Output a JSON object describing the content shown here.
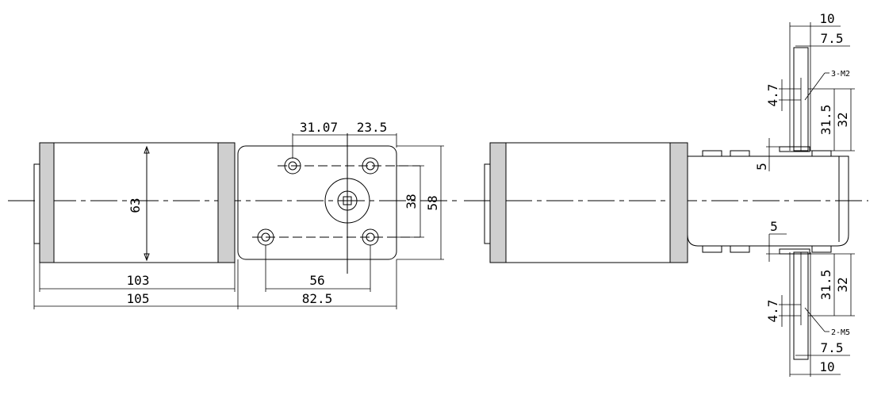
{
  "drawing": {
    "front_view": {
      "dims": {
        "diameter": "63",
        "motor_length": "103",
        "total_length": "105",
        "hole_pitch_x": "56",
        "gearbox_length": "82.5",
        "hole_offset_left": "31.07",
        "hole_offset_right": "23.5",
        "hole_pitch_y": "38",
        "gearbox_height": "58"
      }
    },
    "side_view": {
      "dims": {
        "top_outer": "10",
        "top_inner": "7.5",
        "top_label": "3-M2",
        "top_hole_depth": "4.7",
        "top_len_a": "31.5",
        "top_len_b": "32",
        "top_step": "5",
        "bottom_step": "5",
        "bottom_len_a": "31.5",
        "bottom_len_b": "32",
        "bottom_hole_depth": "4.7",
        "bottom_label": "2-M5",
        "bottom_inner": "7.5",
        "bottom_outer": "10"
      }
    }
  }
}
